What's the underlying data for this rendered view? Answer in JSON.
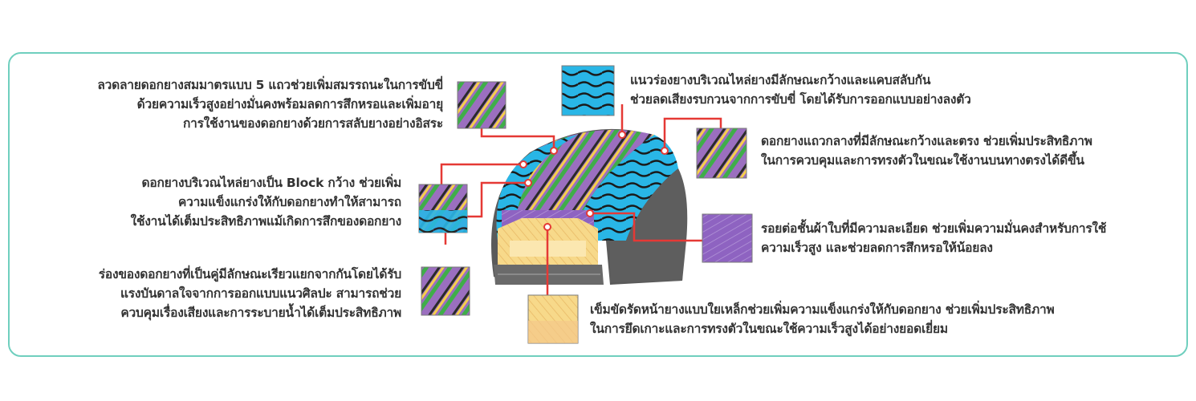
{
  "annotations": {
    "tread_pattern": {
      "lines": [
        "ลวดลายดอกยางสมมาตรแบบ 5 แถวช่วยเพิ่มสมรรถนะในการขับขี่",
        "ด้วยความเร็วสูงอย่างมั่นคงพร้อมลดการสึกหรอและเพิ่มอายุ",
        "การใช้งานของดอกยางด้วยการสลับยางอย่างอิสระ"
      ]
    },
    "shoulder_block": {
      "lines": [
        "ดอกยางบริเวณไหล่ยางเป็น Block กว้าง ช่วยเพิ่ม",
        "ความแข็งแกร่งให้กับดอกยางทำให้สามารถ",
        "ใช้งานได้เต็มประสิทธิภาพแม้เกิดการสึกของดอกยาง"
      ]
    },
    "twin_groove": {
      "lines": [
        "ร่องของดอกยางที่เป็นคู่มีลักษณะเรียวแยกจากกันโดยได้รับ",
        "แรงบันดาลใจจากการออกแบบแนวศิลปะ สามารถช่วย",
        "ควบคุมเรื่องเสียงและการระบายน้ำได้เต็มประสิทธิภาพ"
      ]
    },
    "shoulder_groove": {
      "lines": [
        "แนวร่องยางบริเวณไหล่ยางมีลักษณะกว้างและแคบสลับกัน",
        "ช่วยลดเสียงรบกวนจากการขับขี่ โดยได้รับการออกแบบอย่างลงตัว"
      ]
    },
    "center_rib": {
      "lines": [
        "ดอกยางแถวกลางที่มีลักษณะกว้างและตรง ช่วยเพิ่มประสิทธิภาพ",
        "ในการควบคุมและการทรงตัวในขณะใช้งานบนทางตรงได้ดีขึ้น"
      ]
    },
    "ply_joint": {
      "lines": [
        "รอยต่อชั้นผ้าใบที่มีความละเอียด ช่วยเพิ่มความมั่นคงสำหรับการใช้",
        "ความเร็วสูง และช่วยลดการสึกหรอให้น้อยลง"
      ]
    },
    "steel_belt": {
      "lines": [
        "เข็มขัดรัดหน้ายางแบบใยเหล็กช่วยเพิ่มความแข็งแกร่งให้กับดอกยาง ช่วยเพิ่มประสิทธิภาพ",
        "ในการยึดเกาะและการทรงตัวในขณะใช้ความเร็วสูงได้อย่างยอดเยี่ยม"
      ]
    }
  },
  "colors": {
    "frame": "#6fcfbe",
    "leader": "#e53935",
    "tread_blue": "#29b6e6",
    "tread_purple": "#9b6fbf",
    "tread_green": "#3fae49",
    "sidewall": "#6b6b6b",
    "belt_yellow": "#f7d98a",
    "ply_purple": "#8e63c1"
  },
  "icons": [
    "tire-cutaway-icon",
    "tread-swatch-icon",
    "groove-swatch-icon",
    "ply-swatch-icon",
    "steel-belt-swatch-icon"
  ]
}
